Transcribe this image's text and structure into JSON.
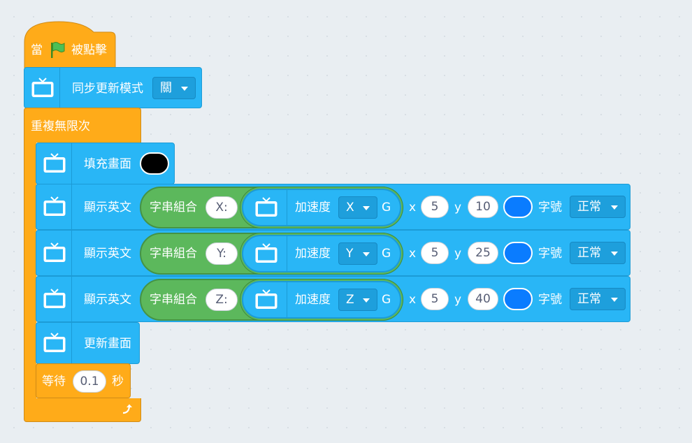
{
  "hat_block": {
    "prefix": "當",
    "suffix": "被點擊",
    "flag_icon": "green-flag-icon"
  },
  "sync_block": {
    "label": "同步更新模式",
    "dropdown": "關"
  },
  "forever_block": {
    "label": "重複無限次",
    "loop_icon": "loop-arrow-icon"
  },
  "fill_block": {
    "label": "填充畫面",
    "color": "#000000"
  },
  "show_text_blocks": [
    {
      "label": "顯示英文",
      "join_label": "字串組合",
      "join_text": "X:",
      "accel_label": "加速度",
      "axis": "X",
      "unit": "G",
      "x_label": "x",
      "x_value": "5",
      "y_label": "y",
      "y_value": "10",
      "color": "#0a7cff",
      "font_label": "字號",
      "font_value": "正常"
    },
    {
      "label": "顯示英文",
      "join_label": "字串組合",
      "join_text": "Y:",
      "accel_label": "加速度",
      "axis": "Y",
      "unit": "G",
      "x_label": "x",
      "x_value": "5",
      "y_label": "y",
      "y_value": "25",
      "color": "#0a7cff",
      "font_label": "字號",
      "font_value": "正常"
    },
    {
      "label": "顯示英文",
      "join_label": "字串組合",
      "join_text": "Z:",
      "accel_label": "加速度",
      "axis": "Z",
      "unit": "G",
      "x_label": "x",
      "x_value": "5",
      "y_label": "y",
      "y_value": "40",
      "color": "#0a7cff",
      "font_label": "字號",
      "font_value": "正常"
    }
  ],
  "refresh_block": {
    "label": "更新畫面"
  },
  "wait_block": {
    "label": "等待",
    "value": "0.1",
    "unit": "秒"
  },
  "colors": {
    "events": "#ffab19",
    "display": "#29b6f6",
    "operators": "#5cb85c"
  }
}
